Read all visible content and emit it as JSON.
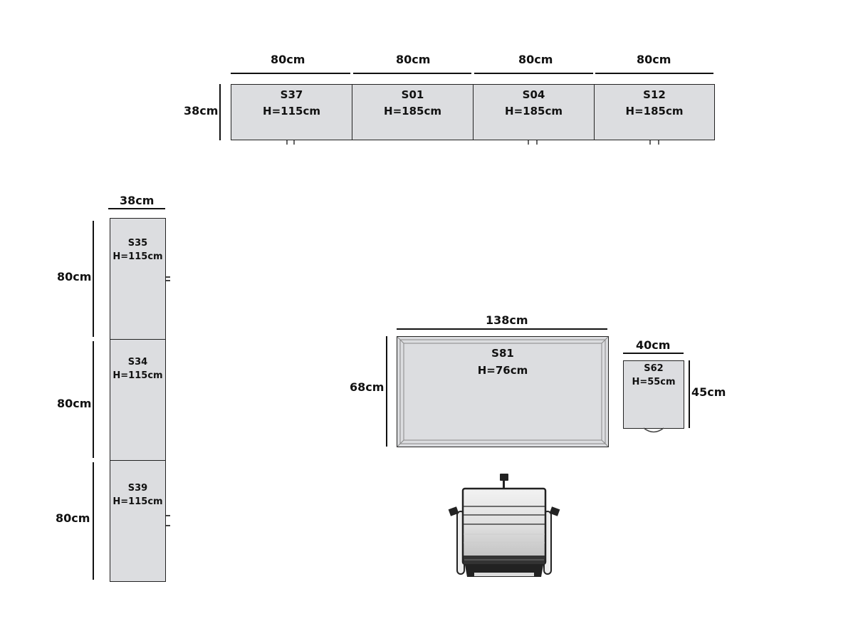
{
  "top_row": {
    "depth": "38cm",
    "widths": [
      "80cm",
      "80cm",
      "80cm",
      "80cm"
    ],
    "units": [
      {
        "code": "S37",
        "height": "H=115cm"
      },
      {
        "code": "S01",
        "height": "H=185cm"
      },
      {
        "code": "S04",
        "height": "H=185cm"
      },
      {
        "code": "S12",
        "height": "H=185cm"
      }
    ]
  },
  "left_column": {
    "depth": "38cm",
    "lengths": [
      "80cm",
      "80cm",
      "80cm"
    ],
    "units": [
      {
        "code": "S35",
        "height": "H=115cm"
      },
      {
        "code": "S34",
        "height": "H=115cm"
      },
      {
        "code": "S39",
        "height": "H=115cm"
      }
    ]
  },
  "desk": {
    "code": "S81",
    "height": "H=76cm",
    "width": "138cm",
    "depth": "68cm"
  },
  "side_unit": {
    "code": "S62",
    "height": "H=55cm",
    "width": "40cm",
    "depth": "45cm"
  },
  "colors": {
    "fill": "#dcdde0",
    "line": "#222222"
  }
}
